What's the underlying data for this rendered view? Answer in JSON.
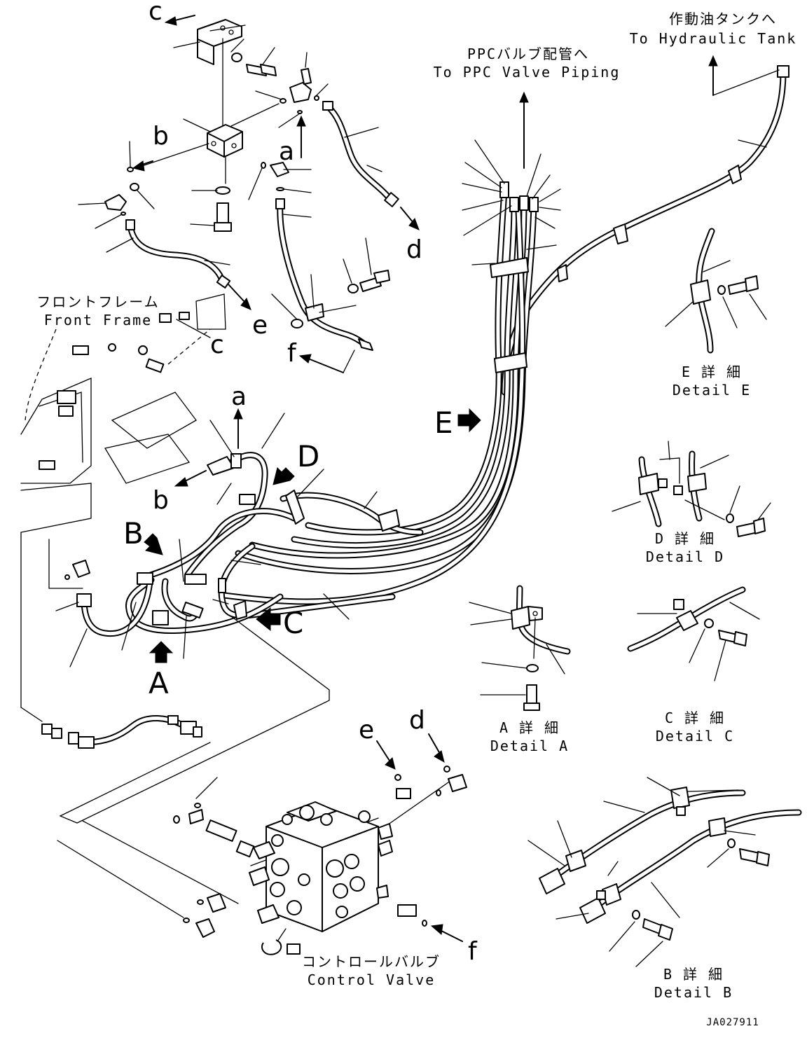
{
  "labels": {
    "hydraulic_tank_jp": "作動油タンクへ",
    "hydraulic_tank_en": "To Hydraulic Tank",
    "ppc_jp": "PPCバルブ配管へ",
    "ppc_en": "To PPC Valve Piping",
    "front_frame_jp": "フロントフレーム",
    "front_frame_en": "Front Frame",
    "control_valve_jp": "コントロールバルブ",
    "control_valve_en": "Control Valve",
    "drawing_code": "JA027911"
  },
  "details": [
    {
      "id": "e",
      "jp": "E 詳 細",
      "en": "Detail E"
    },
    {
      "id": "d",
      "jp": "D 詳 細",
      "en": "Detail D"
    },
    {
      "id": "a",
      "jp": "A 詳 細",
      "en": "Detail A"
    },
    {
      "id": "c",
      "jp": "C 詳 細",
      "en": "Detail C"
    },
    {
      "id": "b",
      "jp": "B 詳 細",
      "en": "Detail B"
    }
  ],
  "view_arrows": [
    "A",
    "B",
    "C",
    "D",
    "E"
  ],
  "connection_letters": [
    "a",
    "b",
    "c",
    "d",
    "e",
    "f"
  ]
}
